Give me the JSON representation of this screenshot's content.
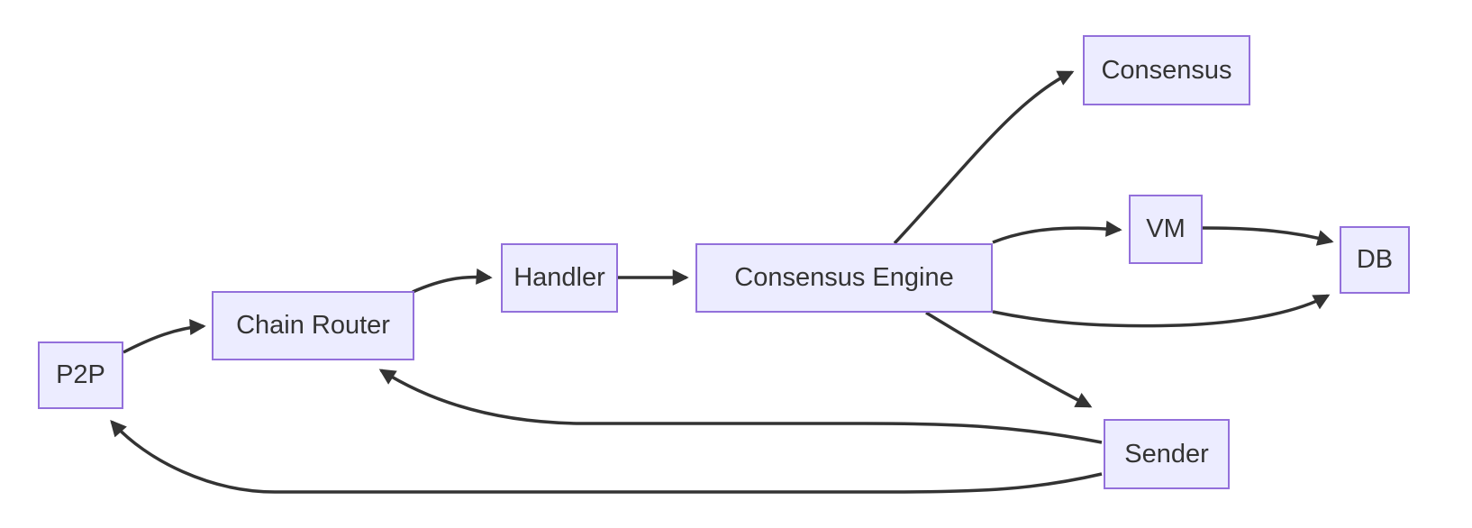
{
  "diagram": {
    "type": "flowchart",
    "direction": "left-to-right",
    "nodes": {
      "p2p": {
        "label": "P2P"
      },
      "chain_router": {
        "label": "Chain Router"
      },
      "handler": {
        "label": "Handler"
      },
      "consensus_engine": {
        "label": "Consensus Engine"
      },
      "consensus": {
        "label": "Consensus"
      },
      "vm": {
        "label": "VM"
      },
      "db": {
        "label": "DB"
      },
      "sender": {
        "label": "Sender"
      }
    },
    "edges": [
      {
        "from": "P2P",
        "to": "Chain Router"
      },
      {
        "from": "Chain Router",
        "to": "Handler"
      },
      {
        "from": "Handler",
        "to": "Consensus Engine"
      },
      {
        "from": "Consensus Engine",
        "to": "Consensus"
      },
      {
        "from": "Consensus Engine",
        "to": "VM"
      },
      {
        "from": "VM",
        "to": "DB"
      },
      {
        "from": "Consensus Engine",
        "to": "DB"
      },
      {
        "from": "Consensus Engine",
        "to": "Sender"
      },
      {
        "from": "Sender",
        "to": "Chain Router"
      },
      {
        "from": "Sender",
        "to": "P2P"
      }
    ],
    "colors": {
      "node_fill": "#ECECFF",
      "node_border": "#9370DB",
      "edge_stroke": "#333333",
      "text": "#333333",
      "background": "#FFFFFF"
    }
  }
}
